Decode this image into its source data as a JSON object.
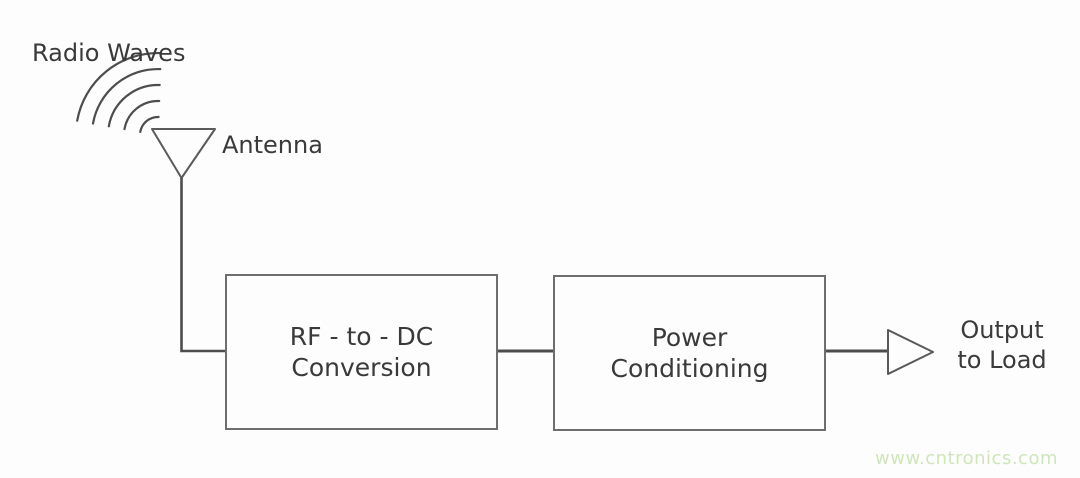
{
  "diagram": {
    "source_label": "Radio Waves",
    "antenna_label": "Antenna",
    "blocks": [
      {
        "id": "rf-to-dc-conversion",
        "line1": "RF - to - DC",
        "line2": "Conversion"
      },
      {
        "id": "power-conditioning",
        "line1": "Power",
        "line2": "Conditioning"
      }
    ],
    "output": {
      "line1": "Output",
      "line2": "to Load"
    },
    "watermark": "www.cntronics.com",
    "colors": {
      "background": "#fdfdfd",
      "text": "#3a3a3a",
      "box_border": "#6e6e6e",
      "connector_line": "#4d4d4d",
      "watermark": "#cfe5ba"
    }
  }
}
